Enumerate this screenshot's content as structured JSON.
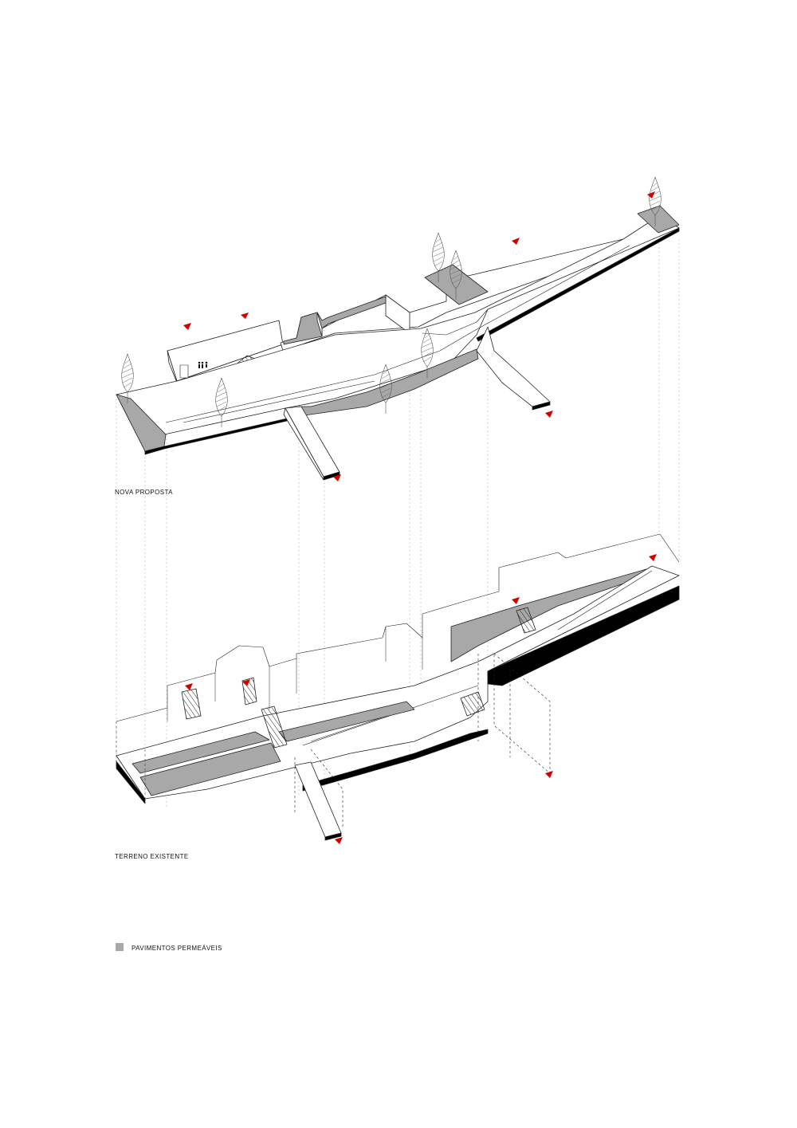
{
  "labels": {
    "nova_proposta": "NOVA PROPOSTA",
    "terreno_existente": "TERRENO EXISTENTE"
  },
  "legend": {
    "item": "PAVIMENTOS PERMEÁVEIS",
    "swatch_color": "#a8a8a8"
  },
  "colors": {
    "line": "#222222",
    "surface": "#ffffff",
    "permeable": "#a8a8a8",
    "section": "#000000",
    "viewpoint_marker": "#d40000",
    "projection_line": "#b5b5b5"
  },
  "icons": [
    "wc-people-icon",
    "tree-icon",
    "stair-icon",
    "viewpoint-marker-icon"
  ]
}
